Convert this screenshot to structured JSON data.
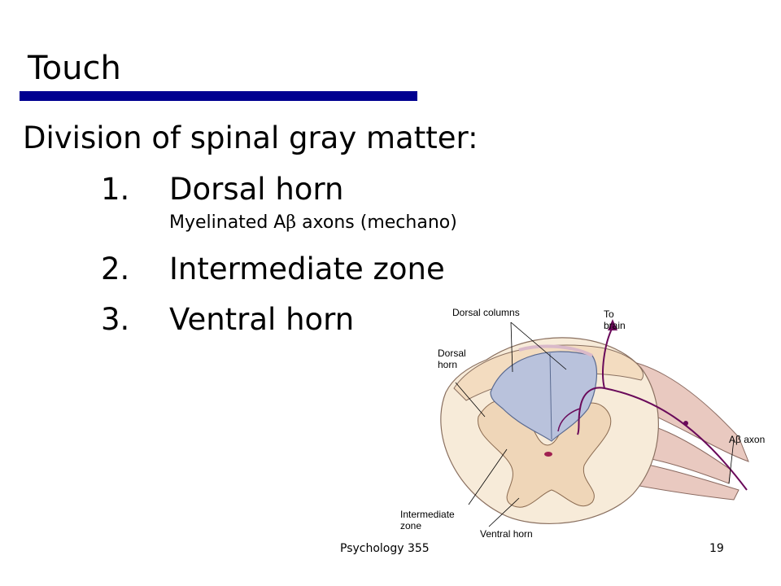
{
  "slide": {
    "title": "Touch",
    "heading": "Division of spinal gray matter:",
    "items": [
      {
        "number": "1.",
        "label": "Dorsal horn"
      },
      {
        "number": "2.",
        "label": "Intermediate zone"
      },
      {
        "number": "3.",
        "label": "Ventral horn"
      }
    ],
    "sub_item": {
      "prefix": "Myelinated A",
      "symbol": "β",
      "suffix": " axons (mechano)"
    },
    "accent_color": "#000090"
  },
  "figure": {
    "labels": {
      "dorsal_columns": "Dorsal columns",
      "to_brain_line1": "To",
      "to_brain_line2": "brain",
      "dorsal_horn_line1": "Dorsal",
      "dorsal_horn_line2": "horn",
      "ab_axon": "Aβ axon",
      "intermediate_line1": "Intermediate",
      "intermediate_line2": "zone",
      "ventral_horn": "Ventral horn"
    },
    "colors": {
      "white_matter": "#f7ebd9",
      "gray_matter": "#efd6b8",
      "dorsal_columns": "#b9c2dc",
      "nerve_pink": "#e9c9c0",
      "axon": "#6a0a5a"
    }
  },
  "footer": {
    "course": "Psychology 355",
    "page_number": "19"
  }
}
